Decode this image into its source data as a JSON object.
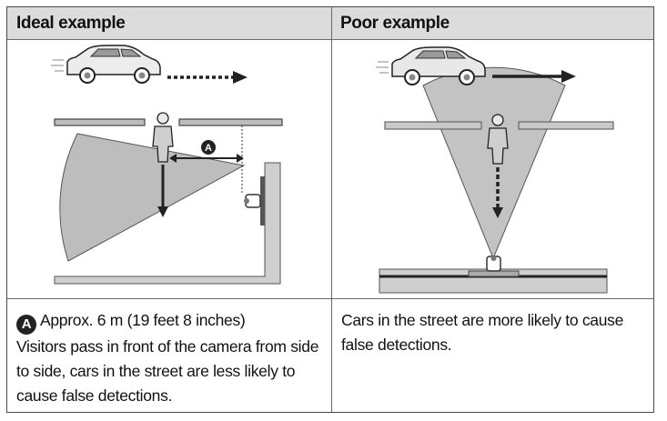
{
  "headers": {
    "left": "Ideal example",
    "right": "Poor example"
  },
  "ideal": {
    "badge_letter": "A",
    "distance_label": "Approx. 6 m (19 feet 8 inches)",
    "description": "Visitors pass in front of the camera from side to side, cars in the street are less likely to cause false detections."
  },
  "poor": {
    "description": "Cars in the street are more likely to cause false detections."
  },
  "colors": {
    "header_bg": "#dcdcdc",
    "zone_fill": "#bdbdbd",
    "border": "#4a4a4a"
  },
  "icons": [
    "car-icon",
    "person-icon",
    "camera-icon",
    "arrow-icon",
    "badge-a-icon"
  ]
}
